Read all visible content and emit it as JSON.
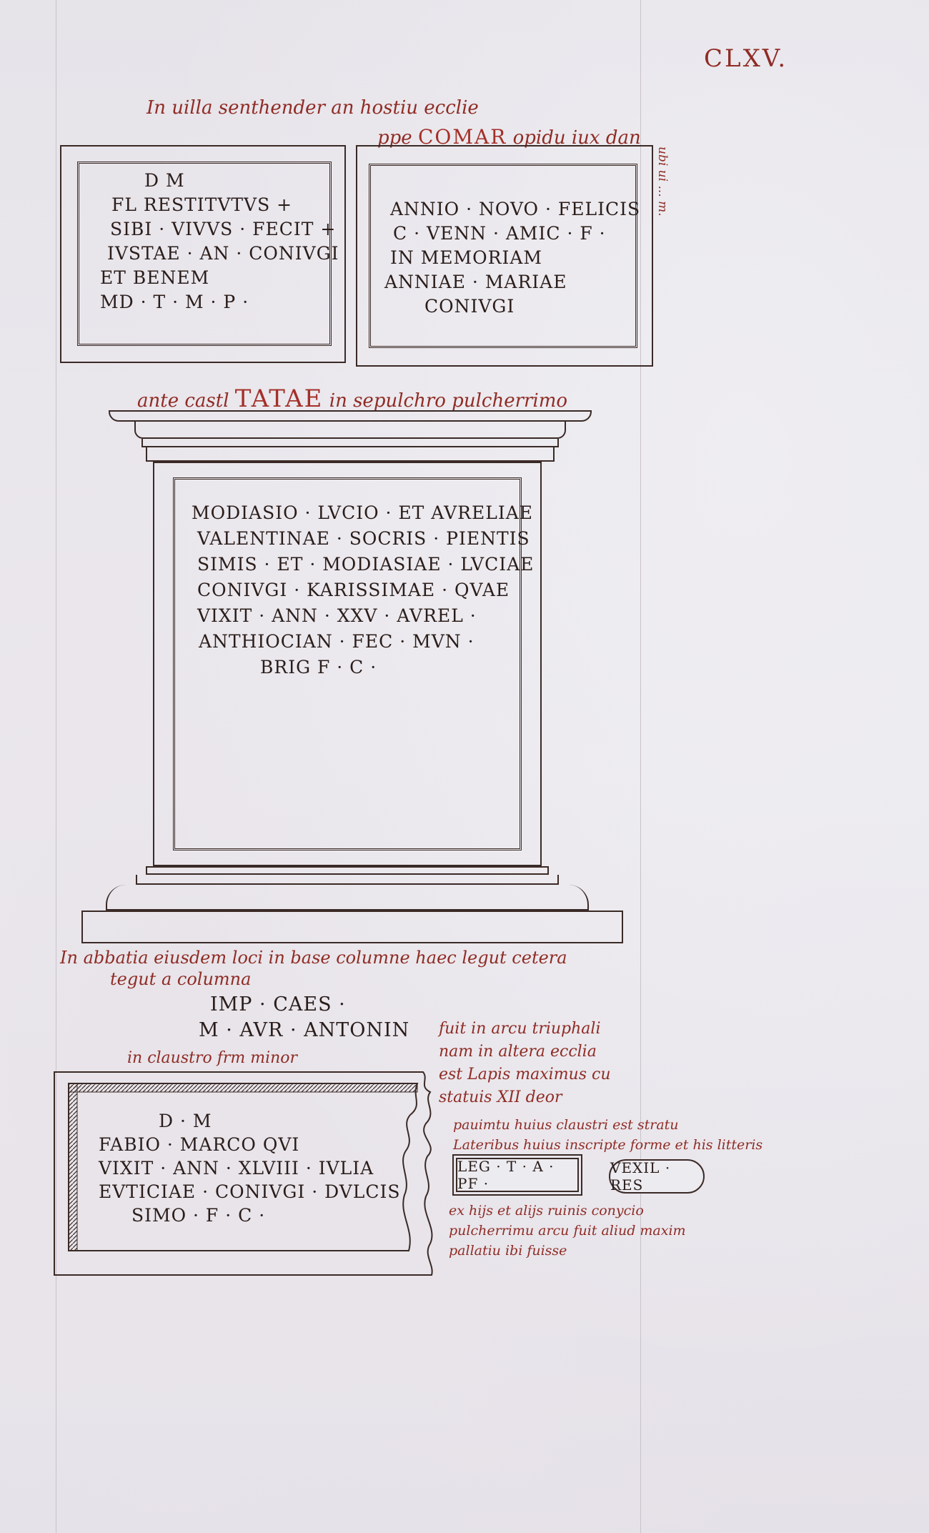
{
  "folio": "CLXV.",
  "notes": {
    "villa": "In uilla senthender an hostiu ecclie",
    "comar_prefix": "ppe",
    "comar": "COMAR",
    "comar_suffix": "opidu iux dan",
    "comar_margin": "ubi ui ... m.",
    "tatae_prefix": "ante castl",
    "tatae": "TATAE",
    "tatae_suffix": "in sepulchro pulcherrimo",
    "abbatia_line1": "In abbatia eiusdem loci in base columne haec legut cetera",
    "abbatia_line2": "tegut a columna",
    "claustro": "in claustro frm minor",
    "arcu_lines": [
      "fuit in arcu triuphali",
      "nam in altera ecclia",
      "est Lapis maximus cu",
      "statuis XII deor"
    ],
    "pauimenti_lines": [
      "pauimtu huius claustri est stratu",
      "Lateribus huius inscripte forme et his litteris"
    ],
    "ruinis_lines": [
      "ex hijs et alijs ruinis conycio",
      "pulcherrimu arcu fuit aliud maxim",
      "pallatiu ibi fuisse"
    ]
  },
  "inscriptions": {
    "restitutus": [
      "D    M",
      "FL  RESTITVTVS +",
      "SIBI · VIVVS · FECIT +",
      "IVSTAE · AN · CONIVGI",
      "ET  BENEM",
      "MD · T · M · P ·"
    ],
    "annio": [
      "ANNIO · NOVO · FELICIS",
      "C · VENN · AMIC · F ·",
      "IN  MEMORIAM",
      "ANNIAE · MARIAE",
      "CONIVGI"
    ],
    "modiasio": [
      "MODIASIO · LVCIO · ET AVRELIAE",
      "VALENTINAE · SOCRIS · PIENTIS",
      "SIMIS · ET · MODIASIAE · LVCIAE",
      "CONIVGI · KARISSIMAE · QVAE",
      "VIXIT · ANN · XXV · AVREL ·",
      "ANTHIOCIAN · FEC · MVN ·",
      "BRIG    F · C ·"
    ],
    "imp": [
      "IMP · CAES ·",
      "M · AVR · ANTONIN"
    ],
    "fabio": [
      "D    ·    M",
      "FABIO · MARCO  QVI",
      "VIXIT · ANN · XLVIII · IVLIA",
      "EVTICIAE · CONIVGI · DVLCIS",
      "SIMO · F · C ·"
    ],
    "leg": "LEG · T · A · PF ·",
    "vexil": "VEXIL · RES"
  }
}
